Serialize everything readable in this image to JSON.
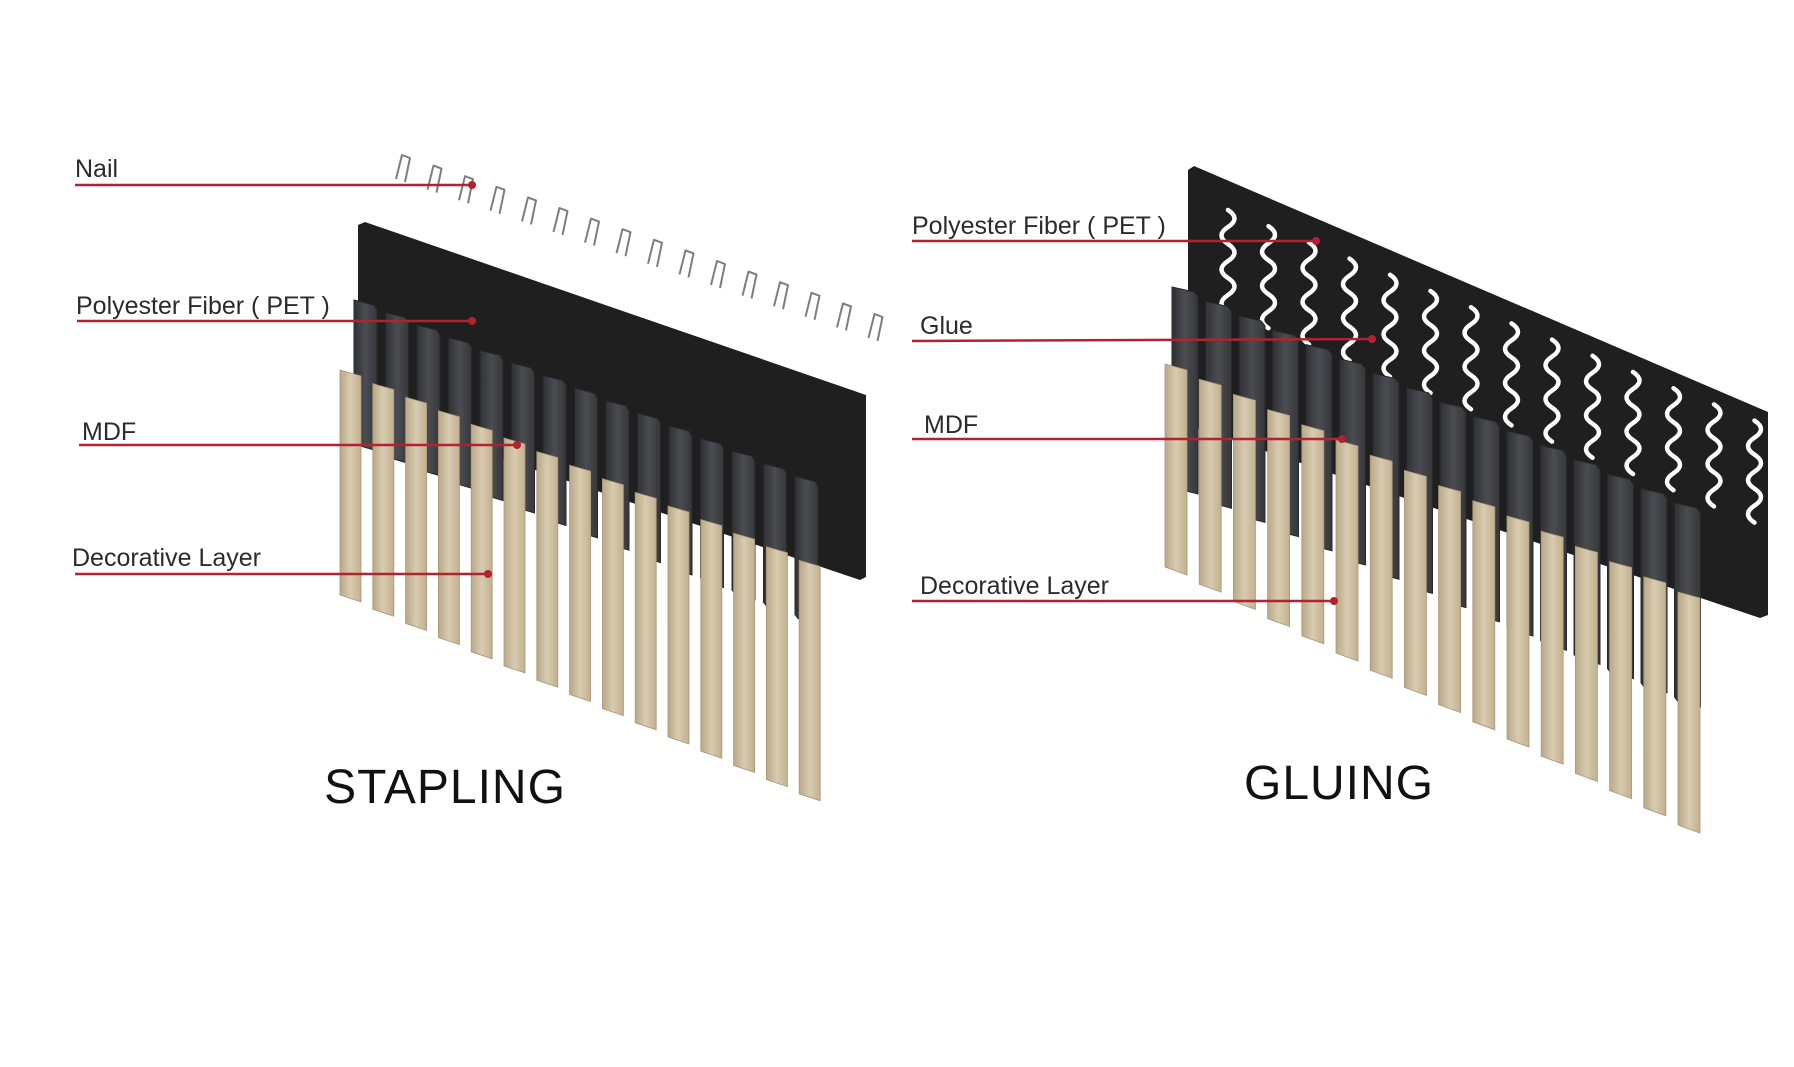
{
  "diagram": {
    "stapling": {
      "title": "STAPLING",
      "labels": {
        "nail": "Nail",
        "pet": "Polyester Fiber ( PET )",
        "mdf": "MDF",
        "decorative": "Decorative Layer"
      }
    },
    "gluing": {
      "title": "GLUING",
      "labels": {
        "pet": "Polyester Fiber ( PET )",
        "glue": "Glue",
        "mdf": "MDF",
        "decorative": "Decorative Layer"
      }
    }
  },
  "colors": {
    "pet_panel": "#1f1f1f",
    "mdf": "#3e4044",
    "decorative": "#cdbda0",
    "callout_line": "#b22230",
    "glue": "#ffffff",
    "nail": "#7d7d7d"
  }
}
